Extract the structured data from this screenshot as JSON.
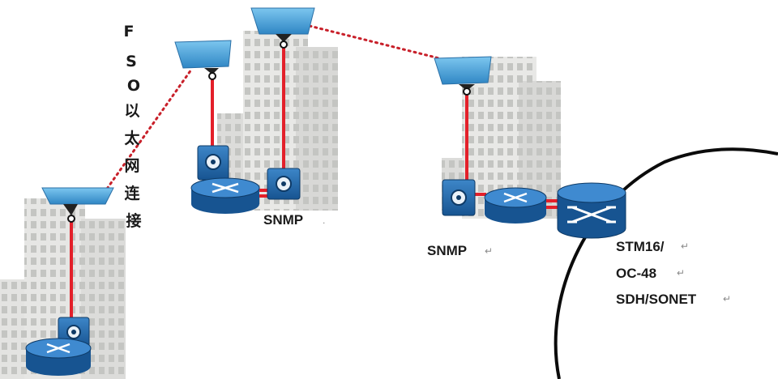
{
  "diagram": {
    "vertical_label": {
      "chars": [
        "F",
        "S",
        "O",
        "以",
        "太",
        "网",
        "连",
        "接"
      ]
    },
    "snmp_label_1": "SNMP",
    "snmp_label_2": "SNMP",
    "sonet_labels": [
      "STM16/",
      "OC-48",
      "SDH/SONET"
    ],
    "colors": {
      "building_light": "#e6e6e4",
      "building_mid": "#d8d8d6",
      "window": "#bfc0bd",
      "cable": "#e3202a",
      "fso_link": "#c8202a",
      "device_blue": "#2a6fb0",
      "device_dark": "#14457a",
      "fso_head": "#4aa6dc"
    }
  }
}
